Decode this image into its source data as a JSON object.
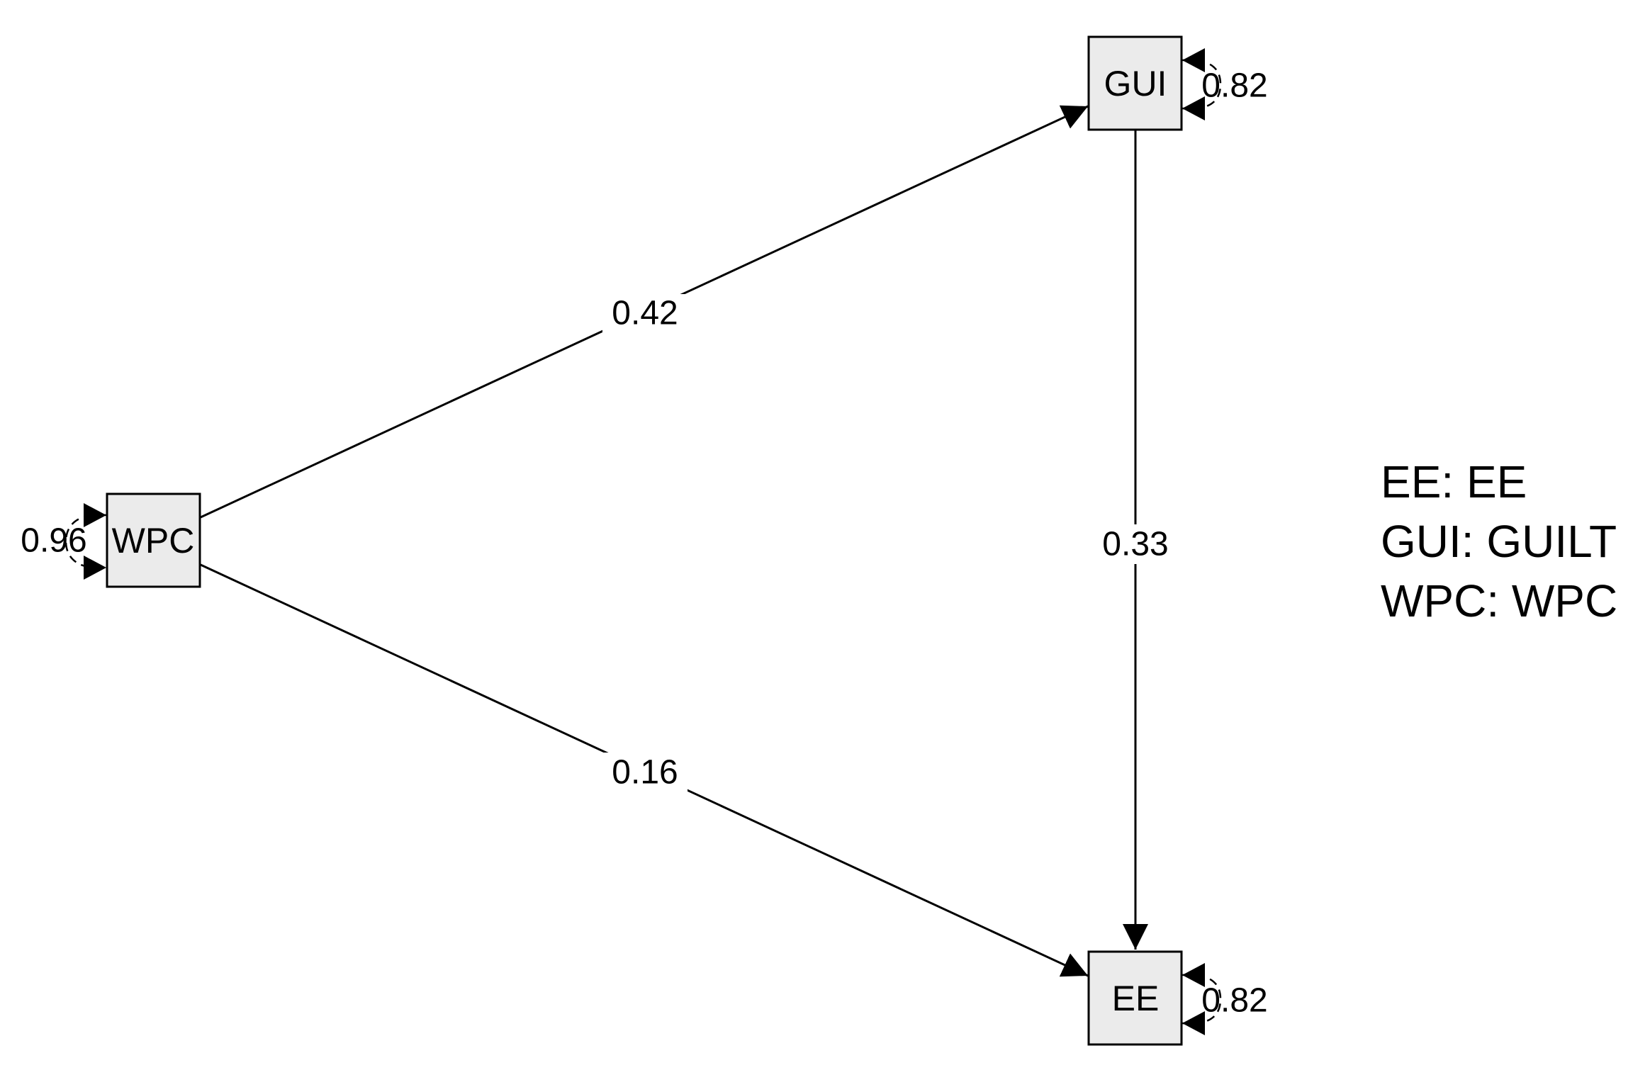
{
  "nodes": {
    "gui": {
      "label": "GUI"
    },
    "wpc": {
      "label": "WPC"
    },
    "ee": {
      "label": "EE"
    }
  },
  "paths": {
    "wpc_gui": {
      "label": "0.42"
    },
    "gui_ee": {
      "label": "0.33"
    },
    "wpc_ee": {
      "label": "0.16"
    }
  },
  "residuals": {
    "gui": {
      "label": "0.82"
    },
    "wpc": {
      "label": "0.96"
    },
    "ee": {
      "label": "0.82"
    }
  },
  "legend": [
    "EE: EE",
    "GUI: GUILT",
    "WPC: WPC"
  ],
  "colors": {
    "node_fill": "#ebebeb",
    "stroke": "#000000",
    "background": "#ffffff"
  }
}
